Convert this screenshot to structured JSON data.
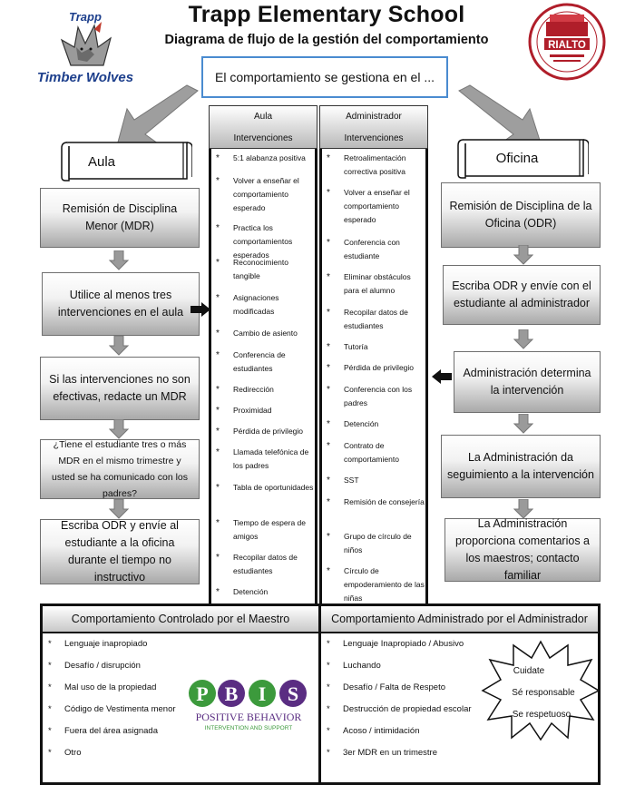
{
  "header": {
    "title": "Trapp Elementary School",
    "subtitle": "Diagrama de flujo de la gestión del comportamiento"
  },
  "logos": {
    "left": {
      "top_text": "Trapp",
      "bottom_text": "Timber Wolves"
    },
    "right": {
      "text": "RIALTO"
    },
    "pbis": {
      "letters": [
        "P",
        "B",
        "I",
        "S"
      ],
      "line1": "POSITIVE BEHAVIOR",
      "line2": "INTERVENTION AND SUPPORT"
    }
  },
  "flow": {
    "top_box": "El comportamiento se gestiona en el ...",
    "left_banner": "Aula",
    "right_banner": "Oficina",
    "left_steps": [
      "Remisión de Disciplina Menor (MDR)",
      "Utilice al menos tres intervenciones en el aula",
      "Si las intervenciones no son efectivas, redacte un MDR",
      "¿Tiene el estudiante tres o más MDR en el mismo trimestre y usted se ha comunicado con los padres?",
      "Escriba ODR y envíe al estudiante a la oficina durante el tiempo no instructivo"
    ],
    "right_steps": [
      "Remisión de Disciplina de la Oficina (ODR)",
      "Escriba ODR y envíe con el estudiante al administrador",
      "Administración determina la intervención",
      "La Administración da seguimiento a la intervención",
      "La Administración proporciona comentarios a los maestros; contacto familiar"
    ]
  },
  "columns": {
    "aula": {
      "head1": "Aula",
      "head2": "Intervenciones",
      "items": [
        "5:1 alabanza positiva",
        "Volver a enseñar el comportamiento esperado",
        "Practica los comportamientos esperados",
        "Reconocimiento tangible",
        "Asignaciones modificadas",
        "Cambio de asiento",
        "Conferencia de estudiantes",
        "Redirección",
        "Proximidad",
        "Pérdida de privilegio",
        "Llamada telefónica de los padres",
        "Tabla de oportunidades",
        "Tiempo de espera de amigos",
        "Recopilar datos de estudiantes",
        "Detención"
      ]
    },
    "admin": {
      "head1": "Administrador",
      "head2": "Intervenciones",
      "items": [
        "Retroalimentación correctiva positiva",
        "Volver a enseñar el comportamiento esperado",
        "Conferencia con estudiante",
        "Eliminar obstáculos para el alumno",
        "Recopilar datos de estudiantes",
        "Tutoría",
        "Pérdida de privilegio",
        "Conferencia con los padres",
        "Detención",
        "Contrato de comportamiento",
        "SST",
        "Remisión de consejería",
        "Grupo de círculo de niños",
        "Círculo de empoderamiento de las niñas"
      ]
    }
  },
  "behavior": {
    "teacher": {
      "title": "Comportamiento Controlado por el Maestro",
      "items": [
        "Lenguaje inapropiado",
        "Desafío / disrupción",
        "Mal uso de la propiedad",
        "Código de Vestimenta menor",
        "Fuera del área asignada",
        "Otro"
      ]
    },
    "admin": {
      "title": "Comportamiento Administrado por el Administrador",
      "items": [
        "Lenguaje Inapropiado / Abusivo",
        "Luchando",
        "Desafío / Falta de Respeto",
        "Destrucción de propiedad escolar",
        "Acoso / intimidación",
        "3er MDR en un trimestre"
      ]
    },
    "burst": [
      "Cuidate",
      "Sé responsable",
      "Se respetuoso"
    ]
  },
  "colors": {
    "box_border": "#4a8bd0",
    "pbis_green": "#3c9a3c",
    "pbis_purple": "#5a2d82",
    "rialto_red": "#b01e2a"
  }
}
